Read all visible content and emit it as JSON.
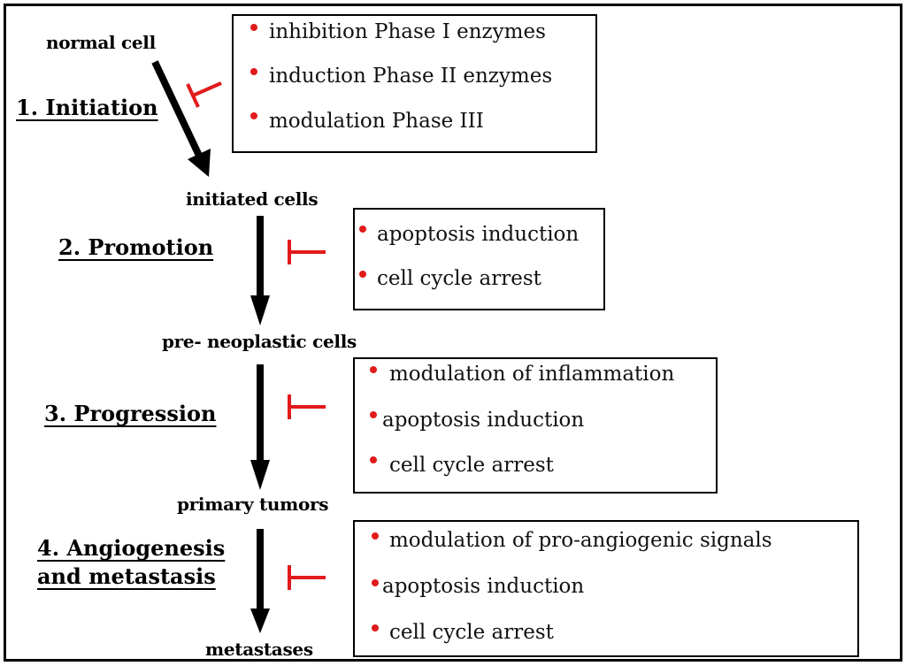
{
  "colors": {
    "inhibit": "#e11b1b",
    "bullet": "#e11b1b",
    "arrow": "#000000"
  },
  "stages": [
    {
      "lines": [
        "1. Initiation"
      ]
    },
    {
      "lines": [
        "2. Promotion"
      ]
    },
    {
      "lines": [
        "3. Progression"
      ]
    },
    {
      "lines": [
        "4. Angiogenesis",
        "and metastasis"
      ]
    }
  ],
  "cells": [
    "normal cell",
    "initiated cells",
    "pre- neoplastic cells",
    "primary tumors",
    "metastases"
  ],
  "boxes": [
    {
      "items": [
        "inhibition Phase I enzymes",
        "induction Phase II enzymes",
        "modulation Phase III"
      ]
    },
    {
      "items": [
        "apoptosis induction",
        "cell cycle arrest"
      ]
    },
    {
      "items": [
        "modulation of  inflammation",
        "apoptosis induction",
        "cell cycle arrest"
      ]
    },
    {
      "items": [
        "modulation of  pro-angiogenic signals",
        "apoptosis induction",
        "cell cycle arrest"
      ]
    }
  ]
}
